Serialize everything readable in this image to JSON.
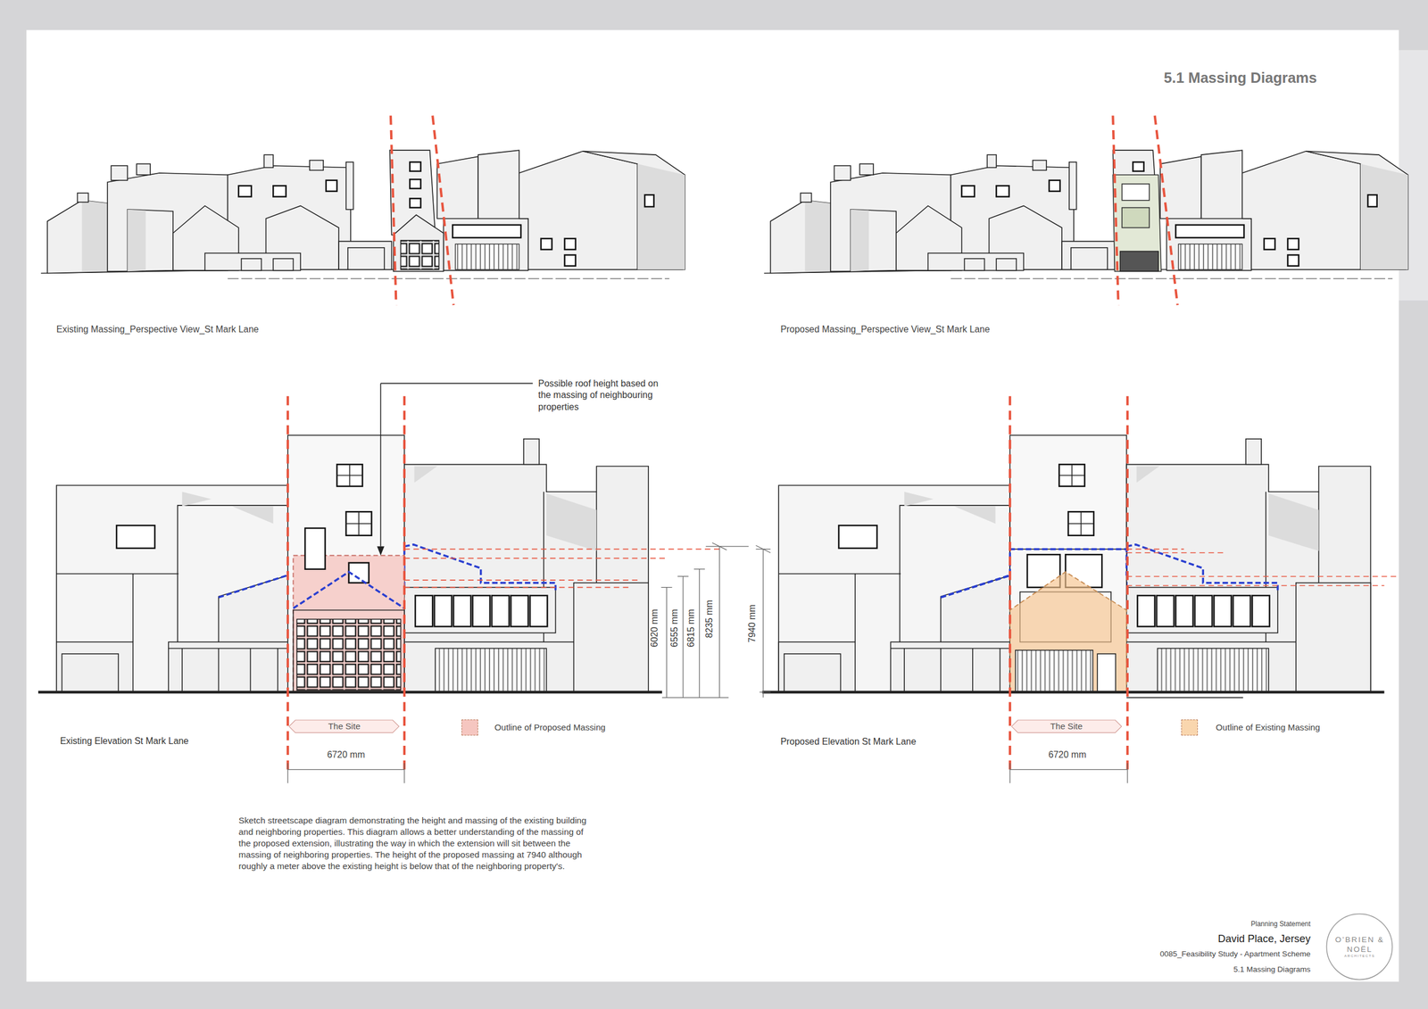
{
  "diagram": {
    "title": "5.1 Massing Diagrams",
    "caption": "Sketch streetscape diagram demonstrating the height and massing of the existing building and neighboring properties. This diagram allows a better understanding of the massing of the proposed extension, illustrating the way in which the extension will sit between the massing of neighboring properties. The height of the proposed massing at 7940 although roughly a meter above the existing height is below that of the neighboring property's.",
    "nodes": [
      {
        "text": [
          "The Site"
        ]
      },
      {
        "text": [
          "The Site"
        ]
      },
      {
        "text": [
          "O’BRIEN & NOËL",
          "ARCHITECTS"
        ]
      }
    ],
    "labels": [
      "Existing Massing_Perspective View_St Mark Lane",
      "Proposed Massing_Perspective View_St Mark Lane",
      "Possible roof height based on the massing of neighbouring properties",
      "6020 mm",
      "6555 mm",
      "6815 mm",
      "8235 mm",
      "7940 mm",
      "Existing Elevation St Mark Lane",
      "6720 mm",
      "Proposed Elevation St Mark Lane",
      "6720 mm",
      "Planning Statement",
      "David Place, Jersey",
      "0085_Feasibility Study - Apartment Scheme",
      "5.1 Massing Diagrams"
    ],
    "legend": [
      {
        "text": "Outline of Proposed Massing",
        "color": "#f5c6c0"
      },
      {
        "text": "Outline of Existing Massing",
        "color": "#f9d6ae"
      }
    ]
  }
}
